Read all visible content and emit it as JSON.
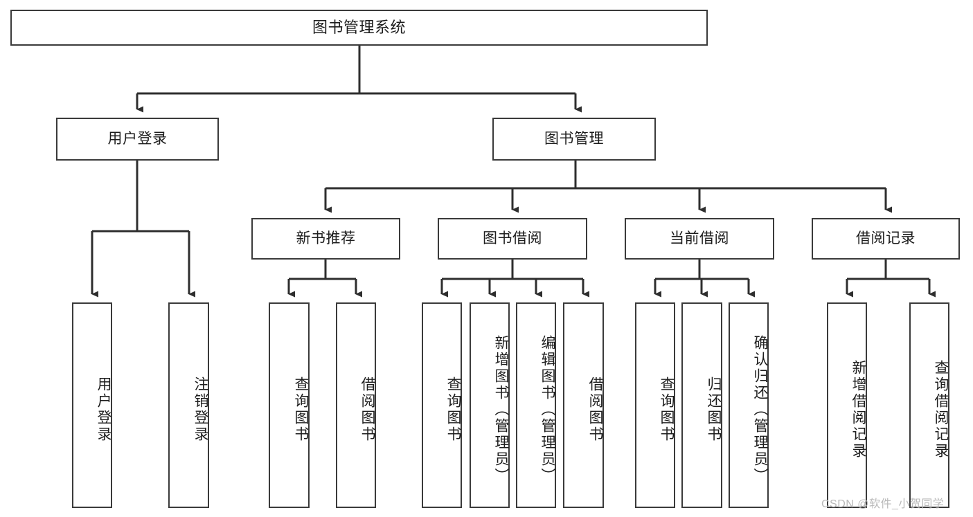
{
  "diagram": {
    "title": "图书管理系统",
    "type": "tree-hierarchy-chart",
    "root": {
      "id": "root",
      "label": "图书管理系统"
    },
    "level2": [
      {
        "id": "user-login",
        "label": "用户登录"
      },
      {
        "id": "book-manage",
        "label": "图书管理"
      }
    ],
    "level3": [
      {
        "id": "new-book-recommend",
        "label": "新书推荐",
        "parent": "book-manage"
      },
      {
        "id": "book-borrow",
        "label": "图书借阅",
        "parent": "book-manage"
      },
      {
        "id": "current-borrow",
        "label": "当前借阅",
        "parent": "book-manage"
      },
      {
        "id": "borrow-record",
        "label": "借阅记录",
        "parent": "book-manage"
      }
    ],
    "leaves": [
      {
        "id": "leaf-user-login",
        "label": "用户登录",
        "parent": "user-login"
      },
      {
        "id": "leaf-logout-login",
        "label": "注销登录",
        "parent": "user-login"
      },
      {
        "id": "leaf-query-book-1",
        "label": "查询图书",
        "parent": "new-book-recommend"
      },
      {
        "id": "leaf-borrow-book-1",
        "label": "借阅图书",
        "parent": "new-book-recommend"
      },
      {
        "id": "leaf-query-book-2",
        "label": "查询图书",
        "parent": "book-borrow"
      },
      {
        "id": "leaf-add-book",
        "label": "新增图书（管理员）",
        "parent": "book-borrow"
      },
      {
        "id": "leaf-edit-book",
        "label": "编辑图书（管理员）",
        "parent": "book-borrow"
      },
      {
        "id": "leaf-borrow-book-2",
        "label": "借阅图书",
        "parent": "book-borrow"
      },
      {
        "id": "leaf-query-book-3",
        "label": "查询图书",
        "parent": "current-borrow"
      },
      {
        "id": "leaf-return-book",
        "label": "归还图书",
        "parent": "current-borrow"
      },
      {
        "id": "leaf-confirm-return",
        "label": "确认归还（管理员）",
        "parent": "current-borrow"
      },
      {
        "id": "leaf-add-record",
        "label": "新增借阅记录",
        "parent": "borrow-record"
      },
      {
        "id": "leaf-query-record",
        "label": "查询借阅记录",
        "parent": "borrow-record"
      }
    ],
    "watermark": "CSDN @软件_小贺同学",
    "colors": {
      "stroke": "#3a3a3a",
      "fill": "#ffffff",
      "text": "#1d1d1d",
      "watermark": "#b9b9b9"
    }
  }
}
